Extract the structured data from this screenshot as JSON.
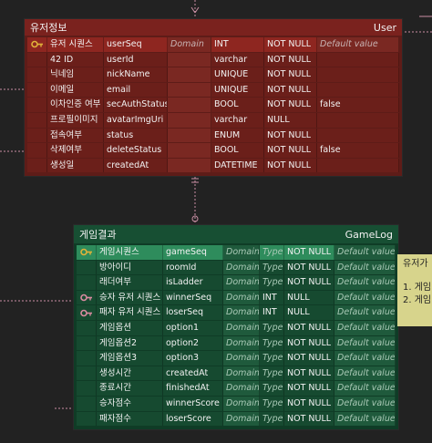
{
  "user_table": {
    "label": "유저정보",
    "name": "User",
    "columns": [
      {
        "label": "유저 시퀀스",
        "name": "userSeq",
        "type": "Domain",
        "type2": "INT",
        "null": "NOT NULL",
        "default": "Default value",
        "pk": true,
        "key_icon": "key-icon"
      },
      {
        "label": "42 ID",
        "name": "userId",
        "type": "",
        "type2": "varchar",
        "null": "NOT NULL",
        "default": "",
        "pk": false,
        "key_icon": ""
      },
      {
        "label": "닉네임",
        "name": "nickName",
        "type": "",
        "type2": "UNIQUE",
        "null": "NOT NULL",
        "default": "",
        "pk": false,
        "key_icon": ""
      },
      {
        "label": "이메일",
        "name": "email",
        "type": "",
        "type2": "UNIQUE",
        "null": "NOT NULL",
        "default": "",
        "pk": false,
        "key_icon": ""
      },
      {
        "label": "이차인증 여부",
        "name": "secAuthStatus",
        "type": "",
        "type2": "BOOL",
        "null": "NOT NULL",
        "default": "false",
        "pk": false,
        "key_icon": ""
      },
      {
        "label": "프로필이미지",
        "name": "avatarImgUri",
        "type": "",
        "type2": "varchar",
        "null": "NULL",
        "default": "",
        "pk": false,
        "key_icon": ""
      },
      {
        "label": "접속여부",
        "name": "status",
        "type": "",
        "type2": "ENUM",
        "null": "NOT NULL",
        "default": "",
        "pk": false,
        "key_icon": ""
      },
      {
        "label": "삭제여부",
        "name": "deleteStatus",
        "type": "",
        "type2": "BOOL",
        "null": "NOT NULL",
        "default": "false",
        "pk": false,
        "key_icon": ""
      },
      {
        "label": "생성일",
        "name": "createdAt",
        "type": "",
        "type2": "DATETIME",
        "null": "NOT NULL",
        "default": "",
        "pk": false,
        "key_icon": ""
      }
    ]
  },
  "gamelog_table": {
    "label": "게임결과",
    "name": "GameLog",
    "columns": [
      {
        "label": "게임시퀀스",
        "name": "gameSeq",
        "type": "Domain",
        "type2": "Type",
        "null": "NOT NULL",
        "default": "Default value",
        "pk": true,
        "key_icon": "key-icon"
      },
      {
        "label": "방아이디",
        "name": "roomId",
        "type": "Domain",
        "type2": "Type",
        "null": "NOT NULL",
        "default": "Default value",
        "pk": false,
        "key_icon": ""
      },
      {
        "label": "래더여부",
        "name": "isLadder",
        "type": "Domain",
        "type2": "Type",
        "null": "NOT NULL",
        "default": "Default value",
        "pk": false,
        "key_icon": ""
      },
      {
        "label": "승자 유저 시퀀스",
        "name": "winnerSeq",
        "type": "Domain",
        "type2": "INT",
        "null": "NULL",
        "default": "Default value",
        "pk": false,
        "key_icon": "fk-key-icon"
      },
      {
        "label": "패자 유저 시퀀스",
        "name": "loserSeq",
        "type": "Domain",
        "type2": "INT",
        "null": "NULL",
        "default": "Default value",
        "pk": false,
        "key_icon": "fk-key-icon"
      },
      {
        "label": "게임옵션",
        "name": "option1",
        "type": "Domain",
        "type2": "Type",
        "null": "NOT NULL",
        "default": "Default value",
        "pk": false,
        "key_icon": ""
      },
      {
        "label": "게임옵션2",
        "name": "option2",
        "type": "Domain",
        "type2": "Type",
        "null": "NOT NULL",
        "default": "Default value",
        "pk": false,
        "key_icon": ""
      },
      {
        "label": "게임옵션3",
        "name": "option3",
        "type": "Domain",
        "type2": "Type",
        "null": "NOT NULL",
        "default": "Default value",
        "pk": false,
        "key_icon": ""
      },
      {
        "label": "생성시간",
        "name": "createdAt",
        "type": "Domain",
        "type2": "Type",
        "null": "NOT NULL",
        "default": "Default value",
        "pk": false,
        "key_icon": ""
      },
      {
        "label": "종료시간",
        "name": "finishedAt",
        "type": "Domain",
        "type2": "Type",
        "null": "NOT NULL",
        "default": "Default value",
        "pk": false,
        "key_icon": ""
      },
      {
        "label": "승자점수",
        "name": "winnerScore",
        "type": "Domain",
        "type2": "Type",
        "null": "NOT NULL",
        "default": "Default value",
        "pk": false,
        "key_icon": ""
      },
      {
        "label": "패자점수",
        "name": "loserScore",
        "type": "Domain",
        "type2": "Type",
        "null": "NOT NULL",
        "default": "Default value",
        "pk": false,
        "key_icon": ""
      }
    ]
  },
  "note": {
    "title": "유저가",
    "lines": [
      "1. 게임",
      "2. 게임"
    ]
  },
  "colors": {
    "user_header": "#7a221e",
    "gamelog_header": "#174f33",
    "pk_key": "#e0b23a",
    "fk_key": "#d98aa0",
    "connector": "#c98fa4",
    "note_bg": "#d7d48c"
  }
}
